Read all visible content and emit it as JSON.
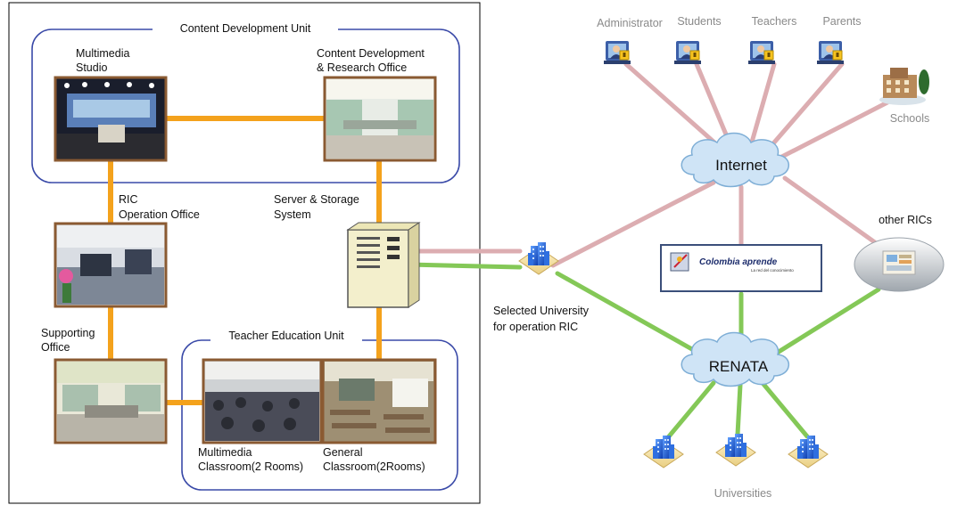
{
  "colors": {
    "orange_link": "#f4a21c",
    "pink_link": "#dcadb1",
    "green_link": "#84c857",
    "unit_border": "#3a4aa8",
    "photo_border": "#8a5a32",
    "cloud_fill": "#cfe4f6",
    "cloud_stroke": "#7eaed6"
  },
  "units": {
    "content_dev": "Content Development Unit",
    "teacher_edu": "Teacher Education Unit"
  },
  "rooms": {
    "multimedia_studio": [
      "Multimedia",
      "Studio"
    ],
    "content_office": [
      "Content Development",
      "& Research Office"
    ],
    "ric_office": [
      "RIC",
      "Operation Office"
    ],
    "server": [
      "Server & Storage",
      "System"
    ],
    "supporting": [
      "Supporting",
      "Office"
    ],
    "mm_classroom": [
      "Multimedia",
      "Classroom(2 Rooms)"
    ],
    "gen_classroom": [
      "General",
      "Classroom(2Rooms)"
    ]
  },
  "network": {
    "users": [
      "Administrator",
      "Students",
      "Teachers",
      "Parents"
    ],
    "schools": "Schools",
    "internet": "Internet",
    "renata": "RENATA",
    "other_rics": "other RICs",
    "university": [
      "Selected University",
      "for operation RIC"
    ],
    "universities": "Universities",
    "colombia_aprende": "Colombia aprende",
    "colombia_aprende_sub": "La red del conocimiento"
  }
}
